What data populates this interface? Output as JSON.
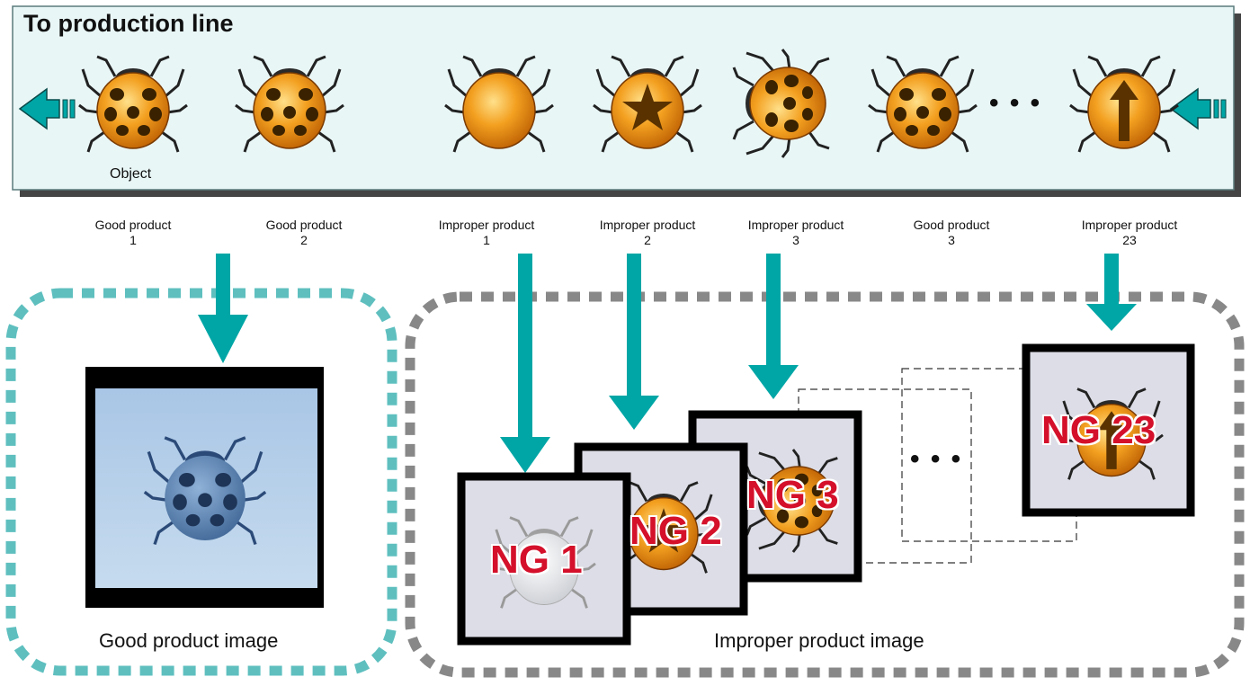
{
  "title": "To production line",
  "object_label": "Object",
  "products": [
    {
      "name": "Good product",
      "number": "1"
    },
    {
      "name": "Good product",
      "number": "2"
    },
    {
      "name": "Improper product",
      "number": "1"
    },
    {
      "name": "Improper product",
      "number": "2"
    },
    {
      "name": "Improper product",
      "number": "3"
    },
    {
      "name": "Good product",
      "number": "3"
    },
    {
      "name": "Improper product",
      "number": "23"
    }
  ],
  "ng_labels": [
    "NG 1",
    "NG 2",
    "NG 3",
    "NG 23"
  ],
  "good_image_label": "Good product image",
  "improper_image_label": "Improper product image",
  "ellipsis": "• • •",
  "colors": {
    "accent": "#00a6a6",
    "banner": "#e9f6f6",
    "ng_text": "#d4102a",
    "good_group_border": "#5fbfbf",
    "improper_group_border": "#888888"
  }
}
